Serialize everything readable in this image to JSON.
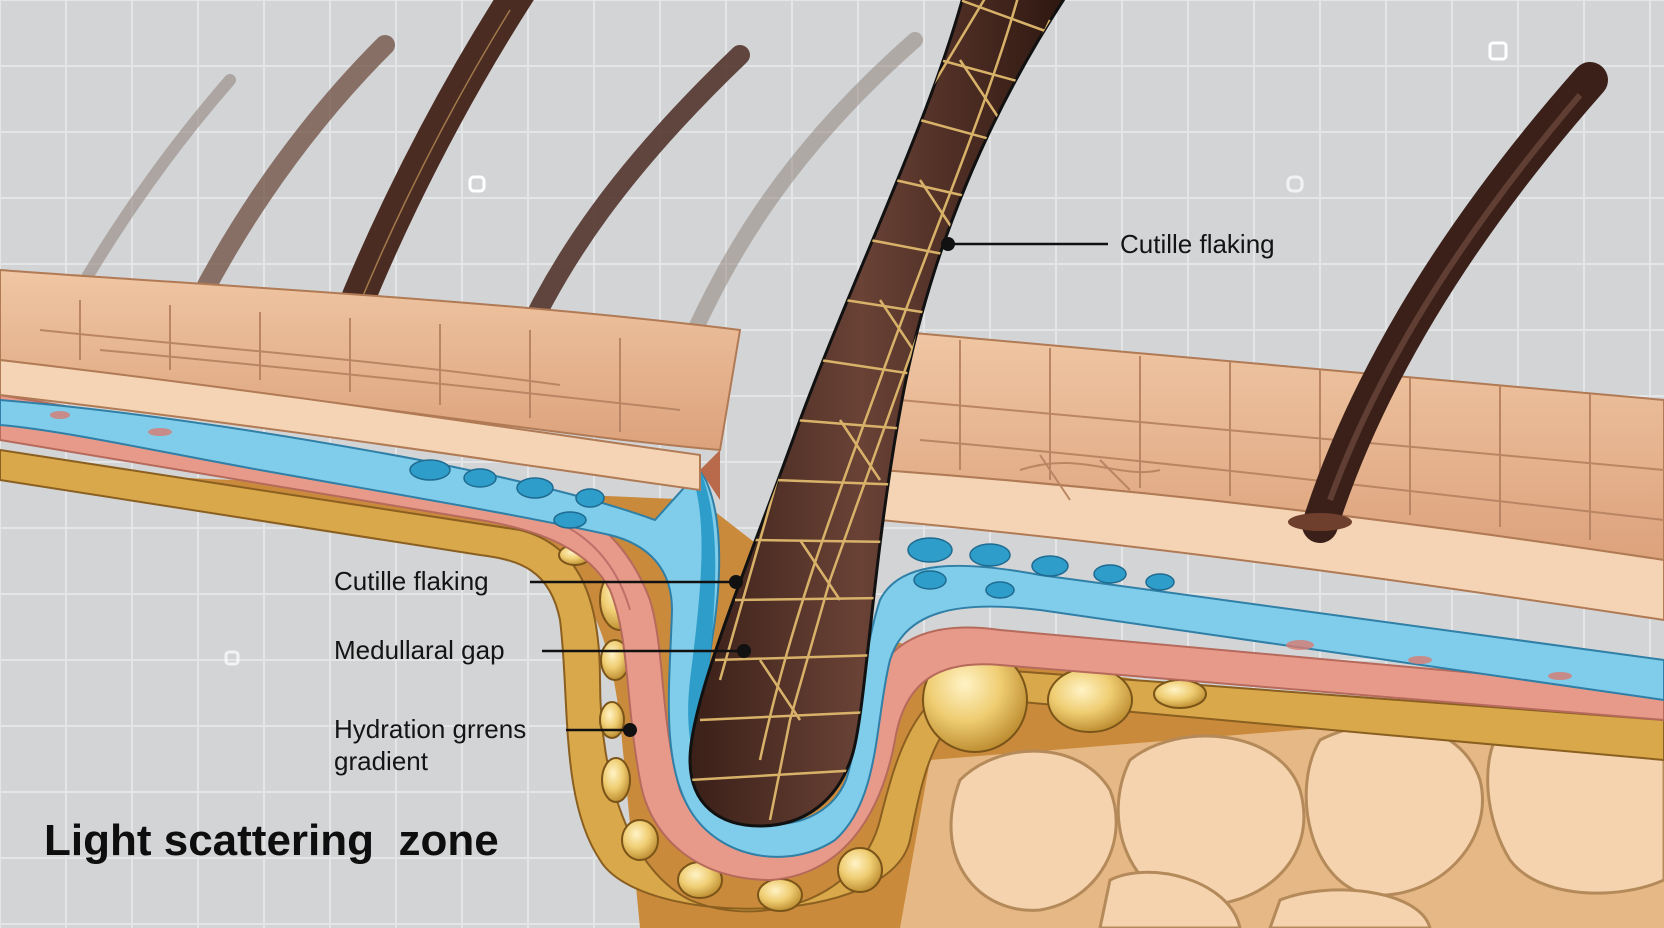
{
  "title": "Light scattering  zone",
  "labels": {
    "cuticle_top": "Cutille flaking",
    "cuticle_left": "Cutille flaking",
    "medulla": "Medullaral gap",
    "hydration_line1": "Hydration grrens",
    "hydration_line2": "gradient"
  },
  "colors": {
    "background": "#d3d4d6",
    "grid": "#e4e5e7",
    "hair_shaft": "#4a2c22",
    "cuticle_lines": "#d9b26a",
    "epidermis": "#e9b58e",
    "dermis": "#e89a8a",
    "hydration_blue": "#2f9dc9",
    "fat_gold": "#d9a84a",
    "fat_cells": "#f3d3ad"
  }
}
